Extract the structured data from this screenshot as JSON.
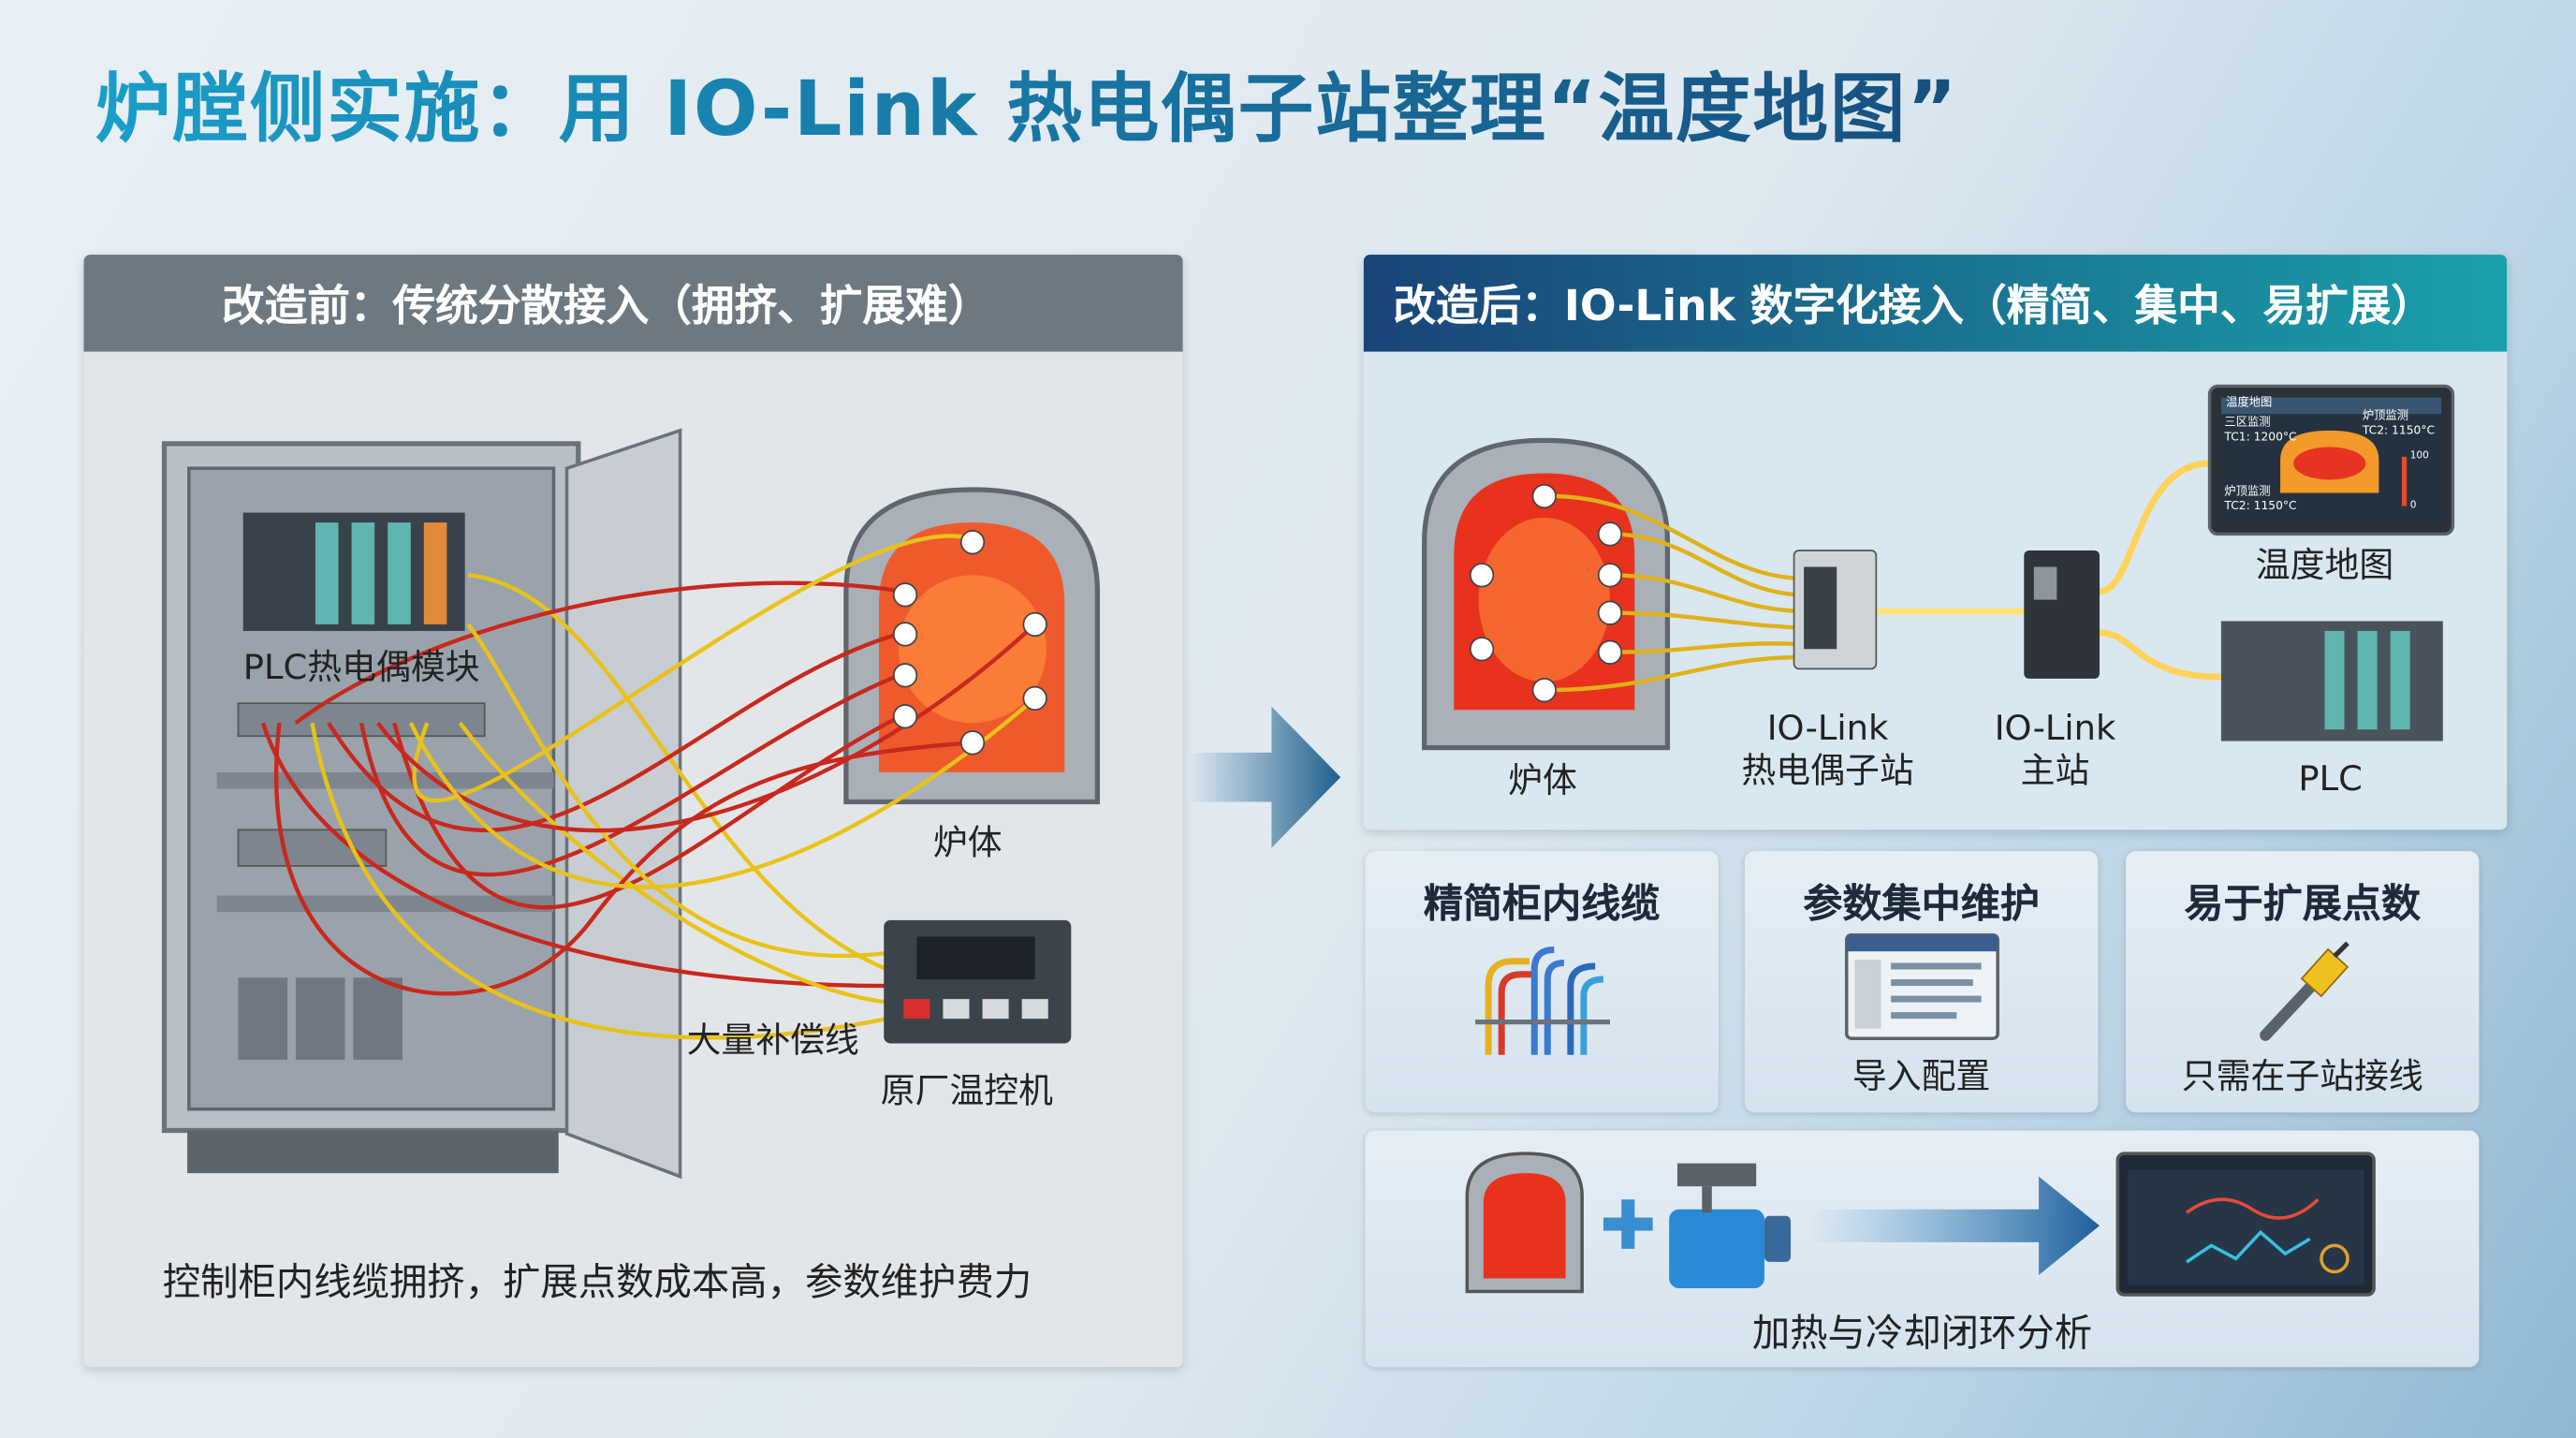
{
  "title": "炉膛侧实施：用 IO-Link 热电偶子站整理“温度地图”",
  "before": {
    "header": "改造前：传统分散接入（拥挤、扩展难）",
    "labels": {
      "plc_module": "PLC热电偶模块",
      "furnace": "炉体",
      "comp_wire": "大量补偿线",
      "controller": "原厂温控机"
    },
    "caption": "控制柜内线缆拥挤，扩展点数成本高，参数维护费力"
  },
  "after": {
    "header": "改造后：IO-Link 数字化接入（精简、集中、易扩展）",
    "labels": {
      "furnace": "炉体",
      "slave_l1": "IO-Link",
      "slave_l2": "热电偶子站",
      "master_l1": "IO-Link",
      "master_l2": "主站",
      "temp_map": "温度地图",
      "plc": "PLC"
    },
    "temp_map_screen": {
      "header": "温度地图",
      "zone_label": "三区监测",
      "zone_value": "TC1: 1200°C",
      "top_label": "炉顶监测",
      "top_value": "TC2: 1150°C",
      "bottom_label": "炉顶监测",
      "bottom_value": "TC2: 1150°C",
      "scale_max": "100",
      "scale_min": "0"
    },
    "cards": [
      {
        "title": "精简柜内线缆",
        "icon": "cables-icon"
      },
      {
        "title": "参数集中维护",
        "subtitle": "导入配置",
        "icon": "config-window-icon"
      },
      {
        "title": "易于扩展点数",
        "subtitle": "只需在子站接线",
        "icon": "connector-icon"
      }
    ],
    "bottom_caption": "加热与冷却闭环分析"
  },
  "colors": {
    "accent": "#1b6fa6",
    "before_header": "#6e7880",
    "after_header_start": "#1a4478",
    "after_header_end": "#1aa0aa",
    "hot": "#e8321e",
    "wire_yellow": "#e8c21a",
    "wire_red": "#c8281e"
  }
}
